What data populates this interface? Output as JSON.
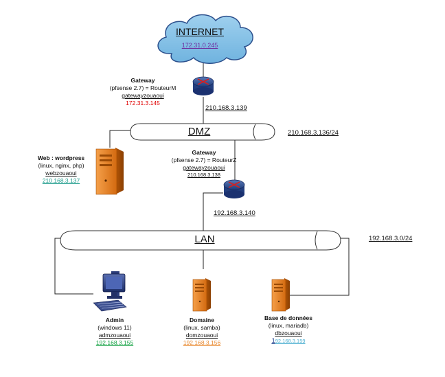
{
  "internet": {
    "title": "INTERNET",
    "ip": "172.31.0.245"
  },
  "router_m": {
    "title": "Gateway",
    "os": "(pfsense 2.7) = RouteurM",
    "hostname": "gatewayzouaoui",
    "ip": "172.31.3.145",
    "wan_ip": "210.168.3.139"
  },
  "dmz": {
    "label": "DMZ",
    "subnet": "210.168.3.136/24"
  },
  "web": {
    "title": "Web : wordpress",
    "os": "(linux, nginx, php)",
    "hostname": "webzouaoui",
    "ip": "210.168.3.137"
  },
  "router_z": {
    "title": "Gateway",
    "os": "(pfsense 2.7) = RouteurZ",
    "hostname": "gatewayzouaoui",
    "ip": "210.168.3.138",
    "lan_ip": "192.168.3.140"
  },
  "lan": {
    "label": "LAN",
    "subnet": "192.168.3.0/24"
  },
  "admin": {
    "title": "Admin",
    "os": "(windows 11)",
    "hostname": "admzouaoui",
    "ip": "192.168.3.155"
  },
  "domaine": {
    "title": "Domaine",
    "os": "(linux, samba)",
    "hostname": "domzouaoui",
    "ip": "192.168.3.156"
  },
  "db": {
    "title": "Base de données",
    "os": "(linux, mariadb)",
    "hostname": "dbzouaoui",
    "ip_prefix": "1",
    "ip_rest": "92.168.3.159"
  },
  "colors": {
    "internet_ip": "#7030a0",
    "router_m_ip": "#e00000",
    "web_ip": "#1a9a8a",
    "admin_ip": "#10a040",
    "domaine_ip": "#e8862a",
    "db_ip": "#4aaed0"
  }
}
